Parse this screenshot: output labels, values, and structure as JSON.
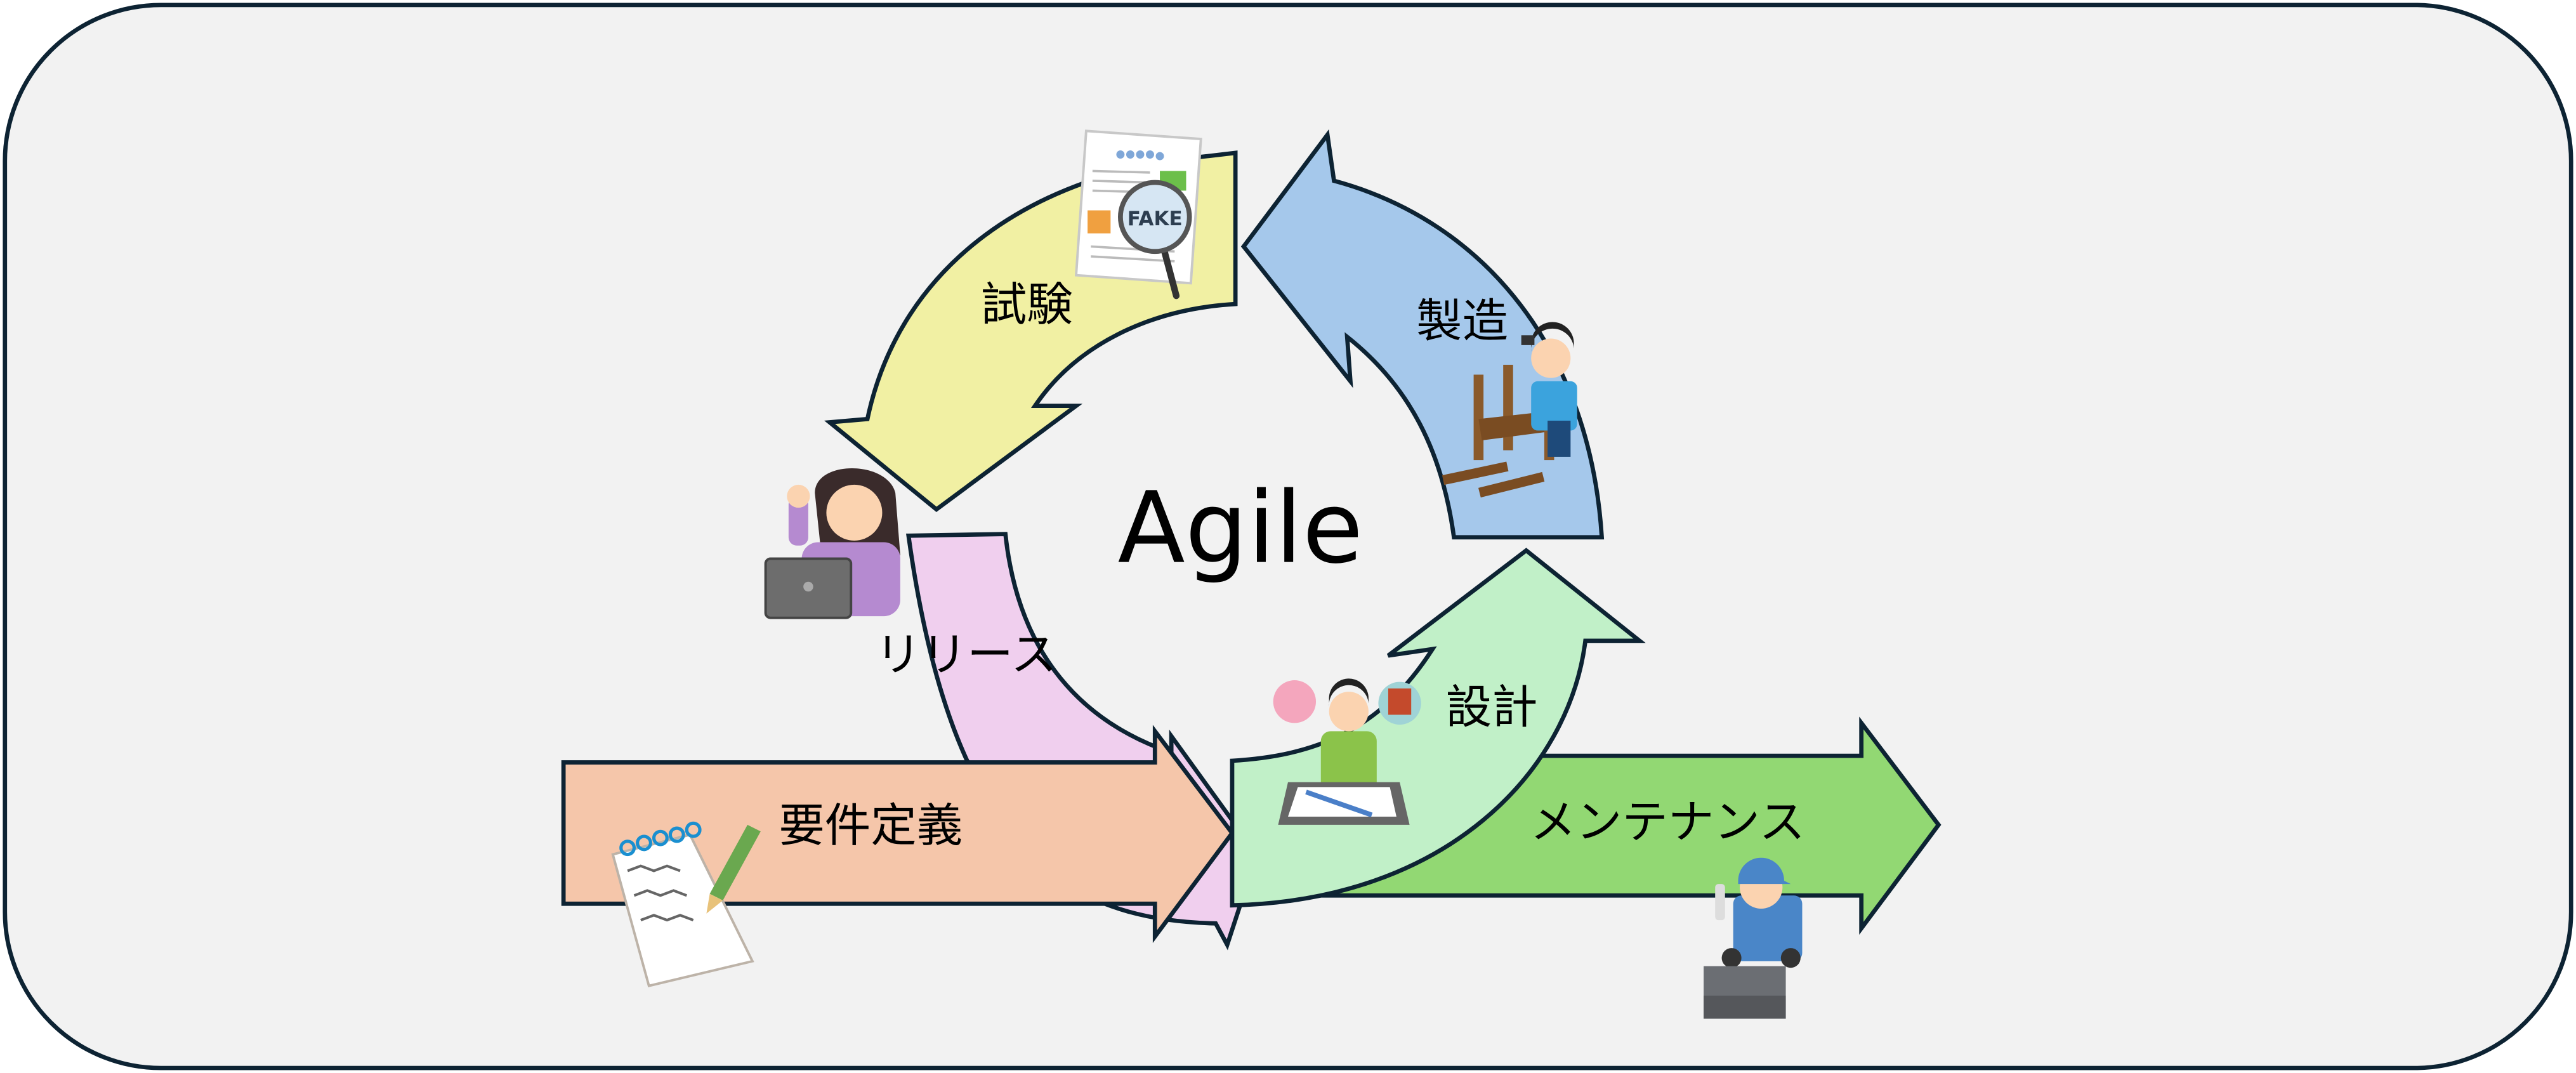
{
  "title": "Agile",
  "stages": {
    "requirements": "要件定義",
    "design": "設計",
    "manufacturing": "製造",
    "testing": "試験",
    "release": "リリース",
    "maintenance": "メンテナンス"
  },
  "illustrations": {
    "fake_magnifier_text": "FAKE"
  },
  "colors": {
    "background": "#f2f2f2",
    "border": "#0d2333",
    "requirements": "#f5c6aa",
    "design": "#c1f0c8",
    "manufacturing": "#a5c8eb",
    "testing": "#f1f0a3",
    "release": "#f0cfee",
    "maintenance": "#92d873"
  }
}
